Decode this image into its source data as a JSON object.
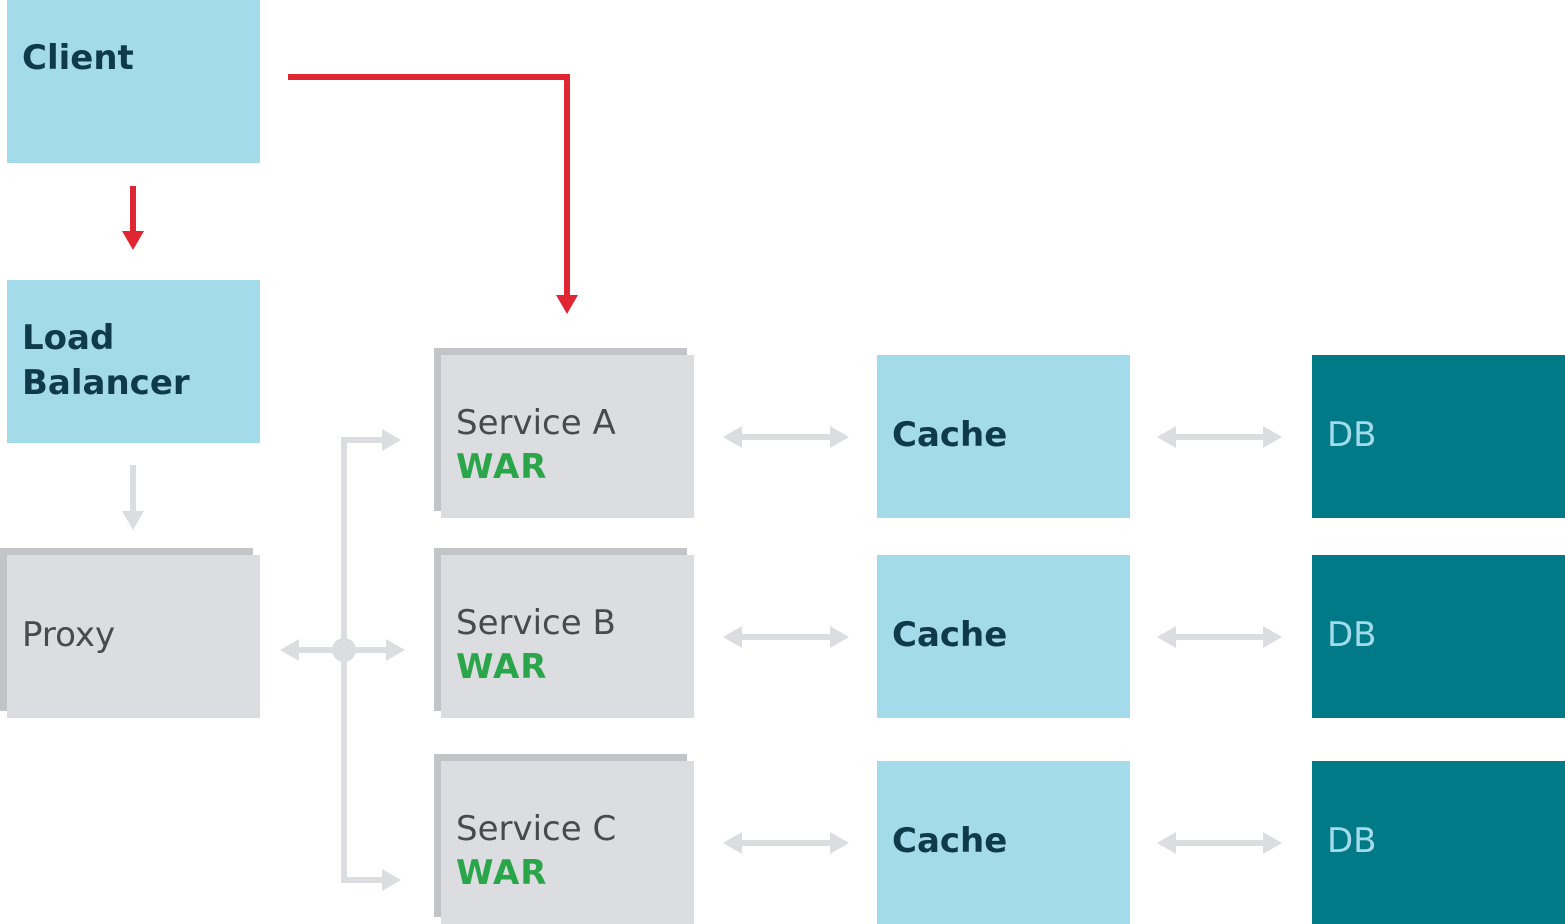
{
  "client": {
    "label": "Client"
  },
  "load_balancer": {
    "label_line1": "Load",
    "label_line2": "Balancer"
  },
  "proxy": {
    "label": "Proxy"
  },
  "services": [
    {
      "label": "Service A",
      "sublabel": "WAR"
    },
    {
      "label": "Service B",
      "sublabel": "WAR"
    },
    {
      "label": "Service C",
      "sublabel": "WAR"
    }
  ],
  "caches": [
    {
      "label": "Cache"
    },
    {
      "label": "Cache"
    },
    {
      "label": "Cache"
    }
  ],
  "dbs": [
    {
      "label": "DB"
    },
    {
      "label": "DB"
    },
    {
      "label": "DB"
    }
  ],
  "colors": {
    "blue_box": "#a3dbea",
    "teal_box": "#007a87",
    "grey_box": "#dcdde0",
    "active_arrow": "#e02633",
    "inactive_arrow": "#dcdde0",
    "war_text": "#2aa549"
  }
}
